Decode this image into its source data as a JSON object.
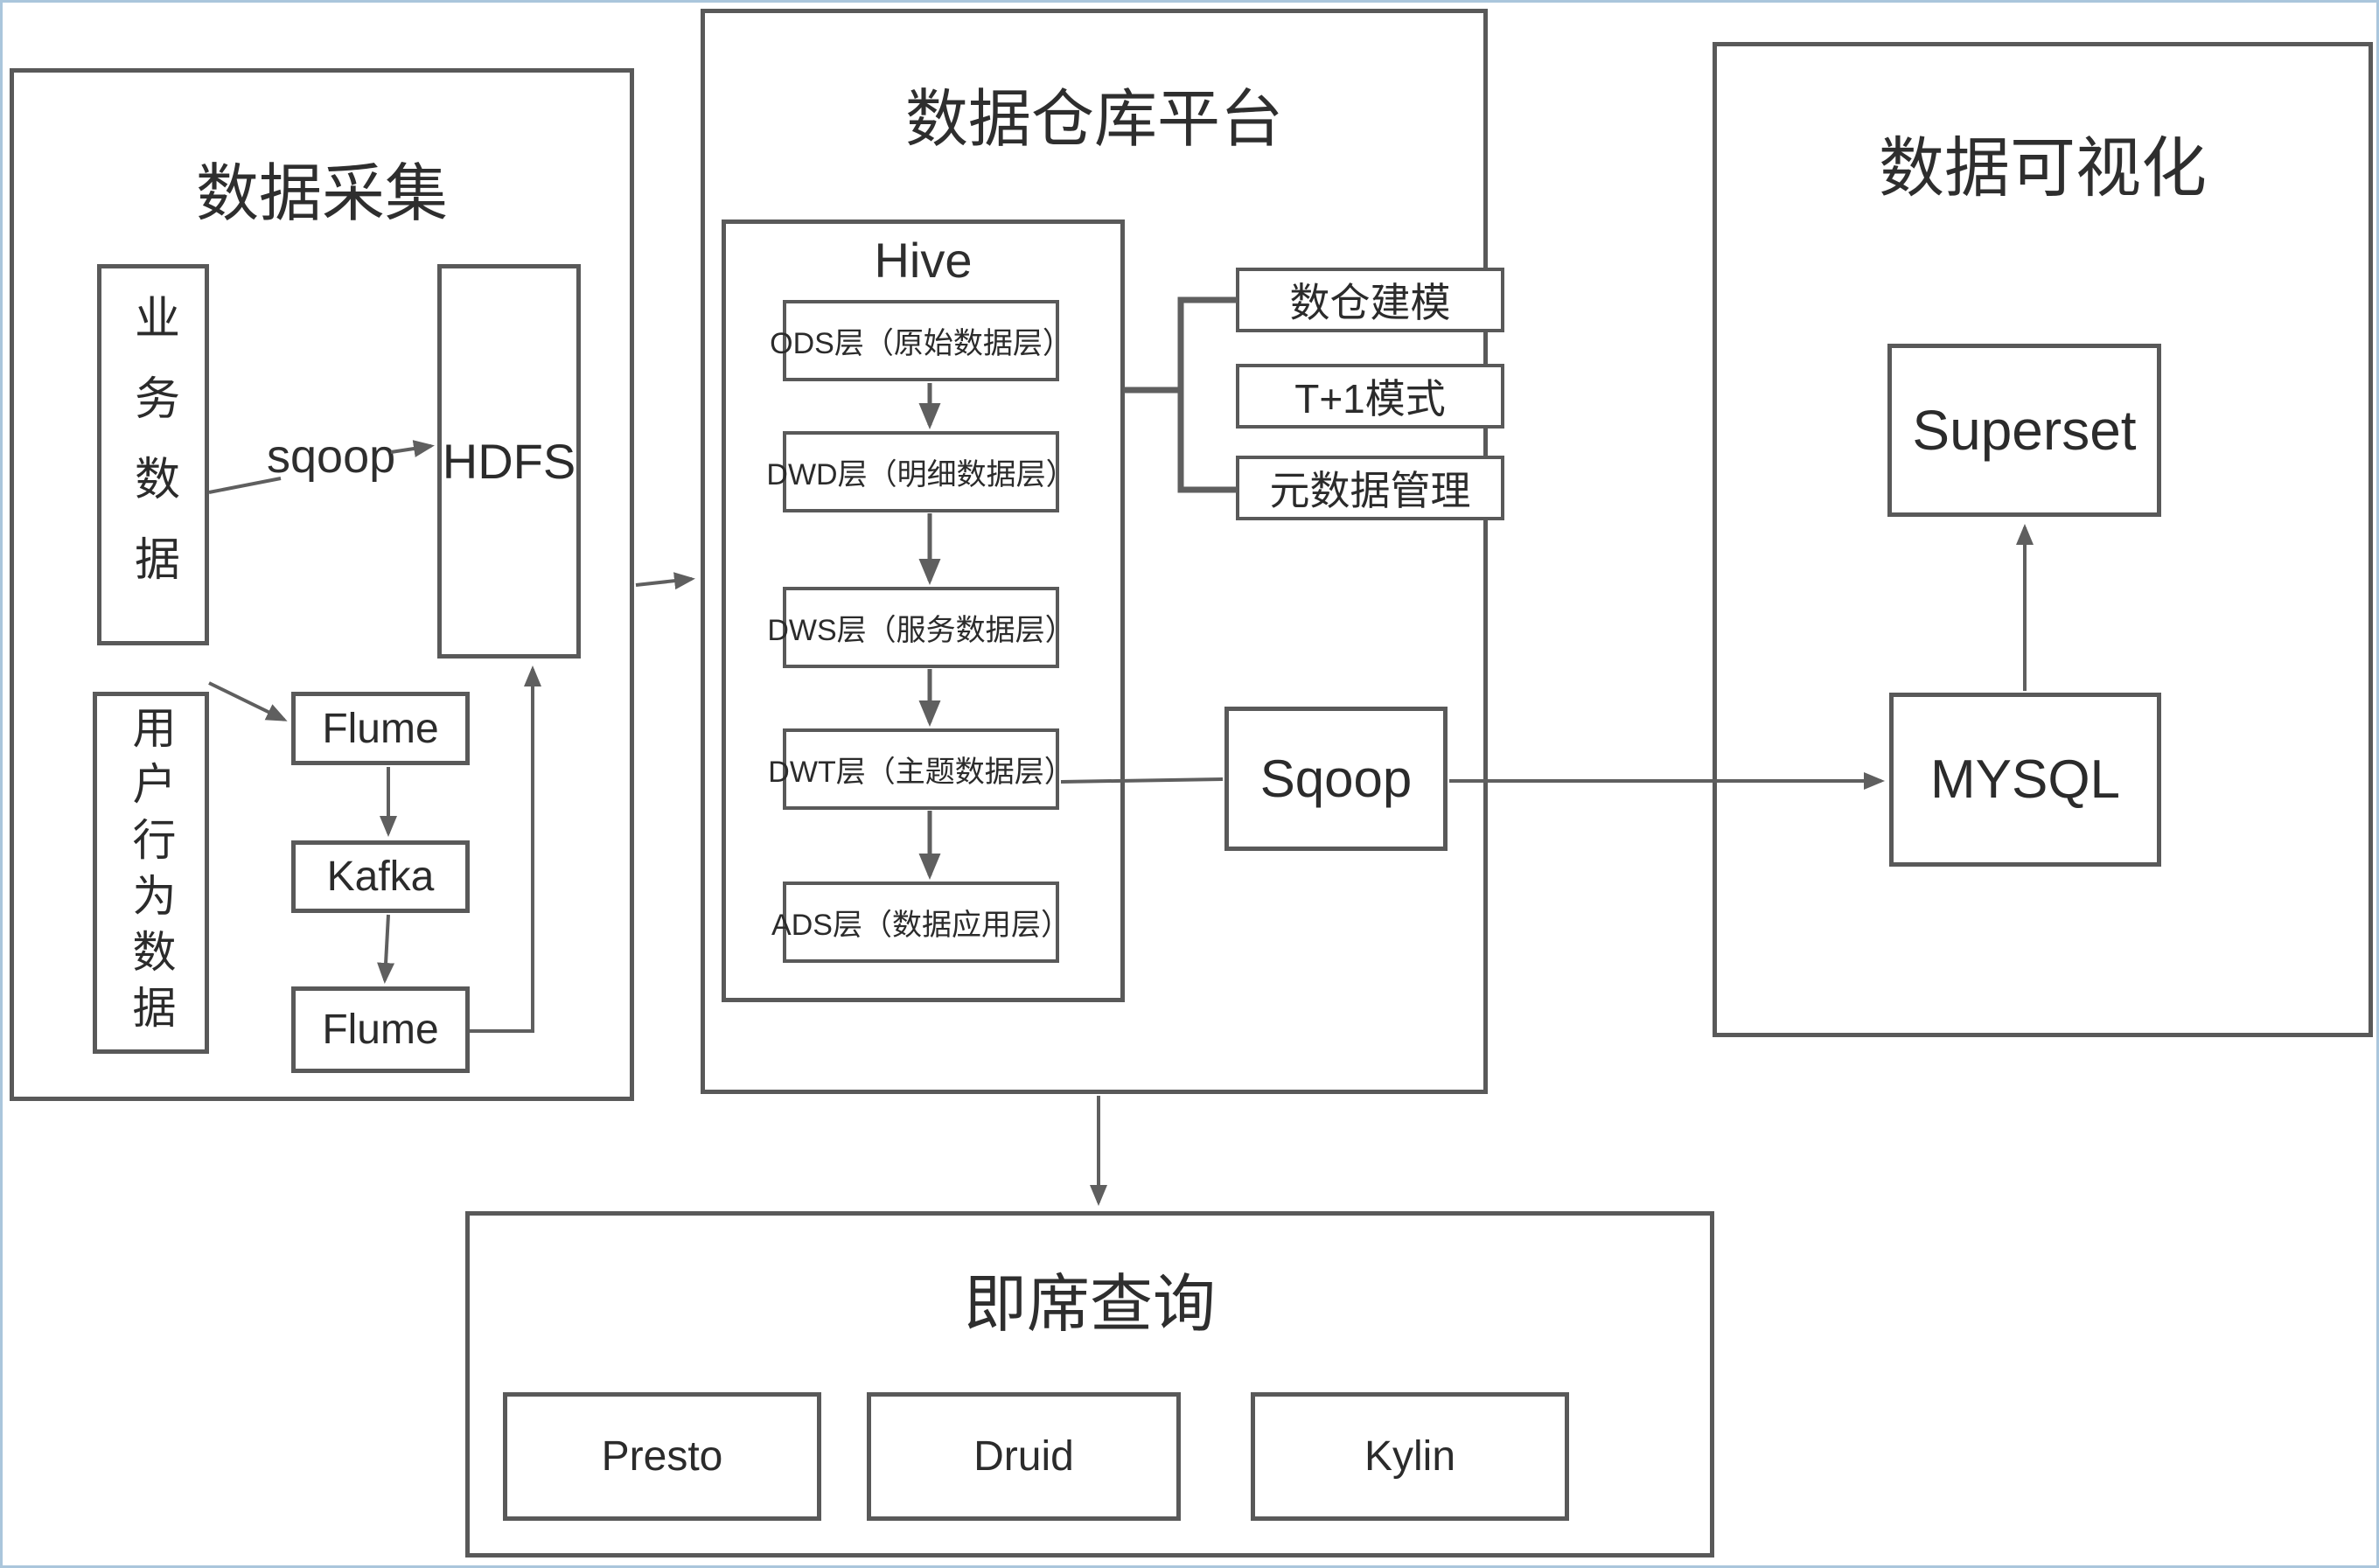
{
  "colors": {
    "background": "#ffffff",
    "outer_frame": "#aac6dc",
    "box_border": "#595959",
    "line": "#5f5f5f",
    "text": "#2e2e2e"
  },
  "collection": {
    "title": "数据采集",
    "business_data": "业务数据",
    "sqoop_label": "sqoop",
    "hdfs": "HDFS",
    "user_behavior_data": "用户行为数据",
    "flume_top": "Flume",
    "kafka": "Kafka",
    "flume_bottom": "Flume"
  },
  "warehouse": {
    "title": "数据仓库平台",
    "hive_label": "Hive",
    "layers": [
      "ODS层（原始数据层）",
      "DWD层（明细数据层）",
      "DWS层（服务数据层）",
      "DWT层（主题数据层）",
      "ADS层（数据应用层）"
    ],
    "features": [
      "数仓建模",
      "T+1模式",
      "元数据管理"
    ],
    "sqoop": "Sqoop"
  },
  "visualization": {
    "title": "数据可视化",
    "superset": "Superset",
    "mysql": "MYSQL"
  },
  "adhoc": {
    "title": "即席查询",
    "engines": [
      "Presto",
      "Druid",
      "Kylin"
    ]
  }
}
